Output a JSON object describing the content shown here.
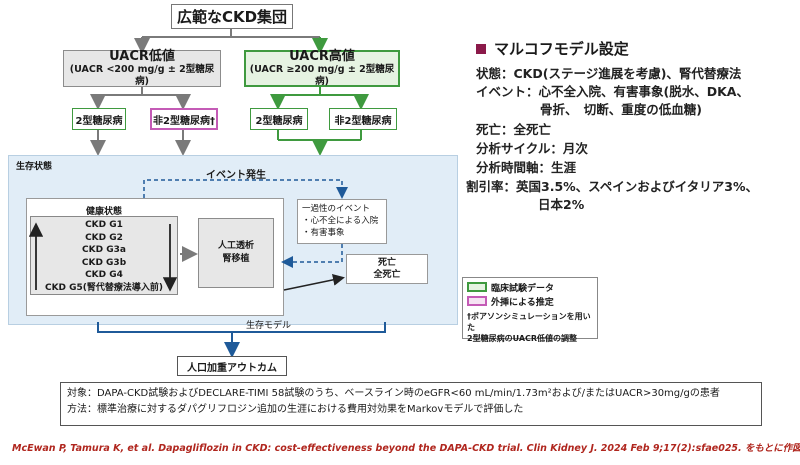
{
  "diagram": {
    "top_title": "広範なCKD集団",
    "uacr_low": {
      "title": "UACR低値",
      "sub": "(UACR <200 mg/g ± 2型糖尿病)"
    },
    "uacr_high": {
      "title": "UACR高値",
      "sub": "(UACR ≥200 mg/g ± 2型糖尿病)"
    },
    "t2d_label": "2型糖尿病",
    "non_t2d_low": "非2型糖尿病†",
    "non_t2d_high": "非2型糖尿病",
    "survival_state": "生存状態",
    "event_occurrence": "イベント発生",
    "health_state": "健康状態",
    "ckd_stages": [
      "CKD G1",
      "CKD G2",
      "CKD G3a",
      "CKD G3b",
      "CKD G4",
      "CKD G5(腎代替療法導入前)"
    ],
    "dialysis": [
      "人工透析",
      "腎移植"
    ],
    "transient_events": [
      "一過性のイベント",
      "・心不全による入院",
      "・有害事象"
    ],
    "death": [
      "死亡",
      "全死亡"
    ],
    "survival_model": "生存モデル",
    "population_outcome": "人口加重アウトカム"
  },
  "legend": {
    "clinical": "臨床試験データ",
    "extrapolated": "外挿による推定",
    "note_1": "†ポアソンシミュレーションを用いた",
    "note_2": "2型糖尿病のUACR低値の調整",
    "colors": {
      "green": "#3f9a3f",
      "pink": "#c45bb6"
    }
  },
  "markov": {
    "heading": "マルコフモデル設定",
    "lines": [
      "状態：CKD(ステージ進展を考慮)、腎代替療法",
      "イベント：心不全入院、有害事象(脱水、DKA、",
      "骨折、　切断、重度の低血糖)",
      "死亡：全死亡",
      "分析サイクル：月次",
      "分析時間軸：生涯",
      "割引率：英国3.5%、スペインおよびイタリア3%、",
      "日本2%"
    ],
    "bullet_color": "#8b1a4a"
  },
  "footer": {
    "target": "対象：DAPA-CKD試験およびDECLARE-TIMI 58試験のうち、ベースライン時のeGFR<60 mL/min/1.73m²および/またはUACR>30mg/gの患者",
    "method": "方法：標準治療に対するダパグリフロジン追加の生涯における費用対効果をMarkovモデルで評価した",
    "citation": "McEwan P, Tamura K, et al. Dapagliflozin in CKD: cost-effectiveness beyond the DAPA-CKD trial. Clin Kidney J. 2024 Feb 9;17(2):sfae025. をもとに作図"
  }
}
